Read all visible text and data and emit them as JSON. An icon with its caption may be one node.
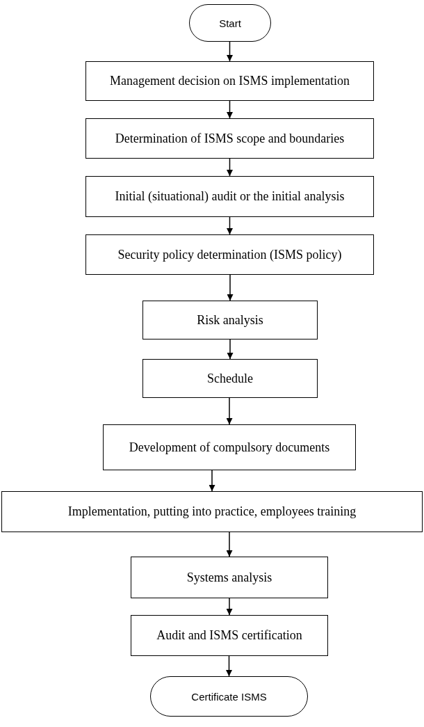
{
  "diagram": {
    "nodes": [
      {
        "text": [
          "Start"
        ]
      },
      {
        "text": [
          "Management decision on ISMS implementation"
        ]
      },
      {
        "text": [
          "Determination of ISMS scope and boundaries"
        ]
      },
      {
        "text": [
          "Initial (situational) audit or the initial analysis"
        ]
      },
      {
        "text": [
          "Security policy determination (ISMS policy)"
        ]
      },
      {
        "text": [
          "Risk analysis"
        ]
      },
      {
        "text": [
          "Schedule"
        ]
      },
      {
        "text": [
          "Development of compulsory documents"
        ]
      },
      {
        "text": [
          "Implementation, putting into practice, employees training"
        ]
      },
      {
        "text": [
          "Systems analysis"
        ]
      },
      {
        "text": [
          "Audit and ISMS certification"
        ]
      },
      {
        "text": [
          "Certificate ISMS"
        ]
      }
    ],
    "edges": [
      {
        "from": 0,
        "to": 1,
        "arrow": "to"
      },
      {
        "from": 1,
        "to": 2,
        "arrow": "to"
      },
      {
        "from": 2,
        "to": 3,
        "arrow": "to"
      },
      {
        "from": 3,
        "to": 4,
        "arrow": "to"
      },
      {
        "from": 4,
        "to": 5,
        "arrow": "to"
      },
      {
        "from": 5,
        "to": 6,
        "arrow": "to"
      },
      {
        "from": 6,
        "to": 7,
        "arrow": "to"
      },
      {
        "from": 7,
        "to": 8,
        "arrow": "to"
      },
      {
        "from": 8,
        "to": 9,
        "arrow": "to"
      },
      {
        "from": 9,
        "to": 10,
        "arrow": "to"
      },
      {
        "from": 10,
        "to": 11,
        "arrow": "to"
      }
    ]
  }
}
